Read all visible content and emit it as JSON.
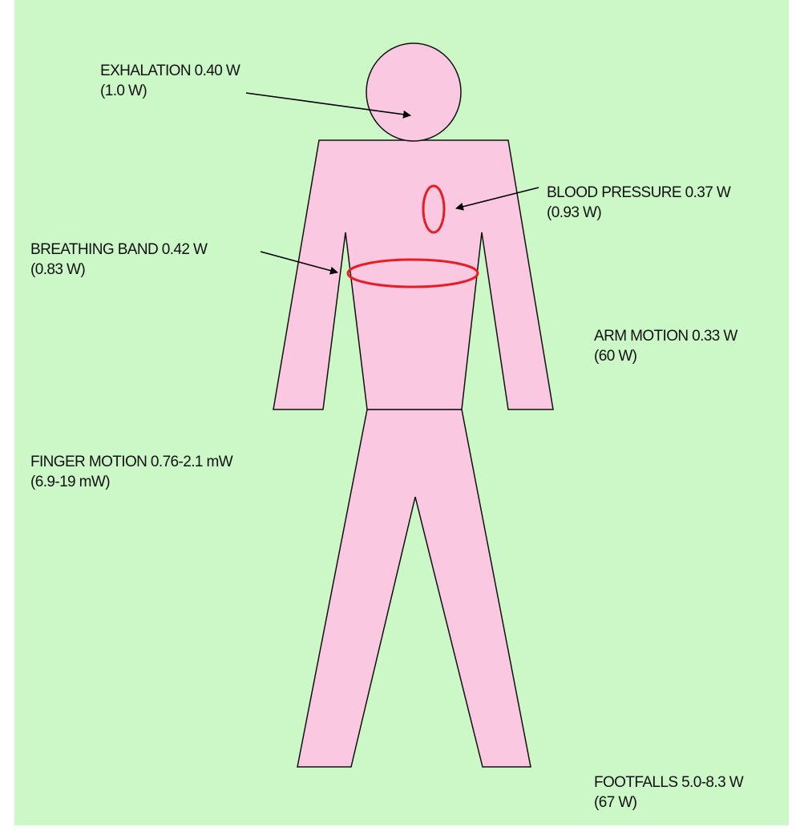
{
  "colors": {
    "background": "#ccf8c8",
    "body_fill": "#fbc8e2",
    "outline": "#111111",
    "highlight": "#e81c24",
    "arrow": "#000000"
  },
  "labels": {
    "exhalation": {
      "line1": "EXHALATION 0.40 W",
      "line2": "(1.0 W)"
    },
    "blood_pressure": {
      "line1": "BLOOD PRESSURE 0.37 W",
      "line2": "(0.93 W)"
    },
    "breathing_band": {
      "line1": "BREATHING BAND 0.42 W",
      "line2": "(0.83 W)"
    },
    "arm_motion": {
      "line1": "ARM MOTION 0.33 W",
      "line2": "(60 W)"
    },
    "finger_motion": {
      "line1": "FINGER MOTION 0.76-2.1 mW",
      "line2": "(6.9-19 mW)"
    },
    "footfalls": {
      "line1": "FOOTFALLS 5.0-8.3 W",
      "line2": "(67 W)"
    }
  }
}
